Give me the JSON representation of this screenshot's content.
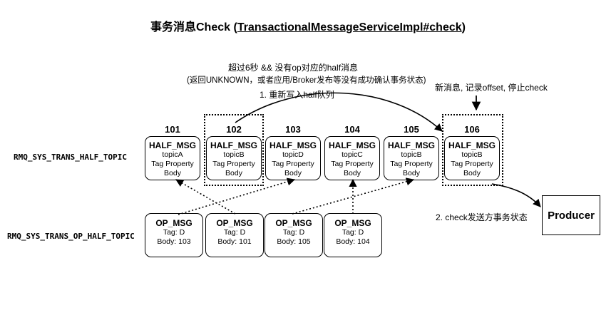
{
  "title": {
    "prefix": "事务消息Check (",
    "link": "TransactionalMessageServiceImpl#check",
    "suffix": ")"
  },
  "notes": {
    "line1": "超过6秒 && 没有op对应的half消息",
    "line2": "(返回UNKNOWN，或者应用/Broker发布等没有成功确认事务状态)",
    "line3": "1. 重新写入half队列",
    "new_msg": "新消息, 记录offset, 停止check",
    "check_send": "2. check发送方事务状态"
  },
  "topics": {
    "half": "RMQ_SYS_TRANS_HALF_TOPIC",
    "op": "RMQ_SYS_TRANS_OP_HALF_TOPIC"
  },
  "half_msgs": [
    {
      "id": "101",
      "header": "HALF_MSG",
      "topic": "topicA",
      "tag": "Tag Property",
      "body": "Body"
    },
    {
      "id": "102",
      "header": "HALF_MSG",
      "topic": "topicB",
      "tag": "Tag Property",
      "body": "Body"
    },
    {
      "id": "103",
      "header": "HALF_MSG",
      "topic": "topicD",
      "tag": "Tag Property",
      "body": "Body"
    },
    {
      "id": "104",
      "header": "HALF_MSG",
      "topic": "topicC",
      "tag": "Tag Property",
      "body": "Body"
    },
    {
      "id": "105",
      "header": "HALF_MSG",
      "topic": "topicB",
      "tag": "Tag Property",
      "body": "Body"
    },
    {
      "id": "106",
      "header": "HALF_MSG",
      "topic": "topicB",
      "tag": "Tag Property",
      "body": "Body"
    }
  ],
  "op_msgs": [
    {
      "header": "OP_MSG",
      "tag": "Tag: D",
      "body": "Body: 103"
    },
    {
      "header": "OP_MSG",
      "tag": "Tag: D",
      "body": "Body: 101"
    },
    {
      "header": "OP_MSG",
      "tag": "Tag: D",
      "body": "Body: 105"
    },
    {
      "header": "OP_MSG",
      "tag": "Tag: D",
      "body": "Body: 104"
    }
  ],
  "producer": "Producer"
}
